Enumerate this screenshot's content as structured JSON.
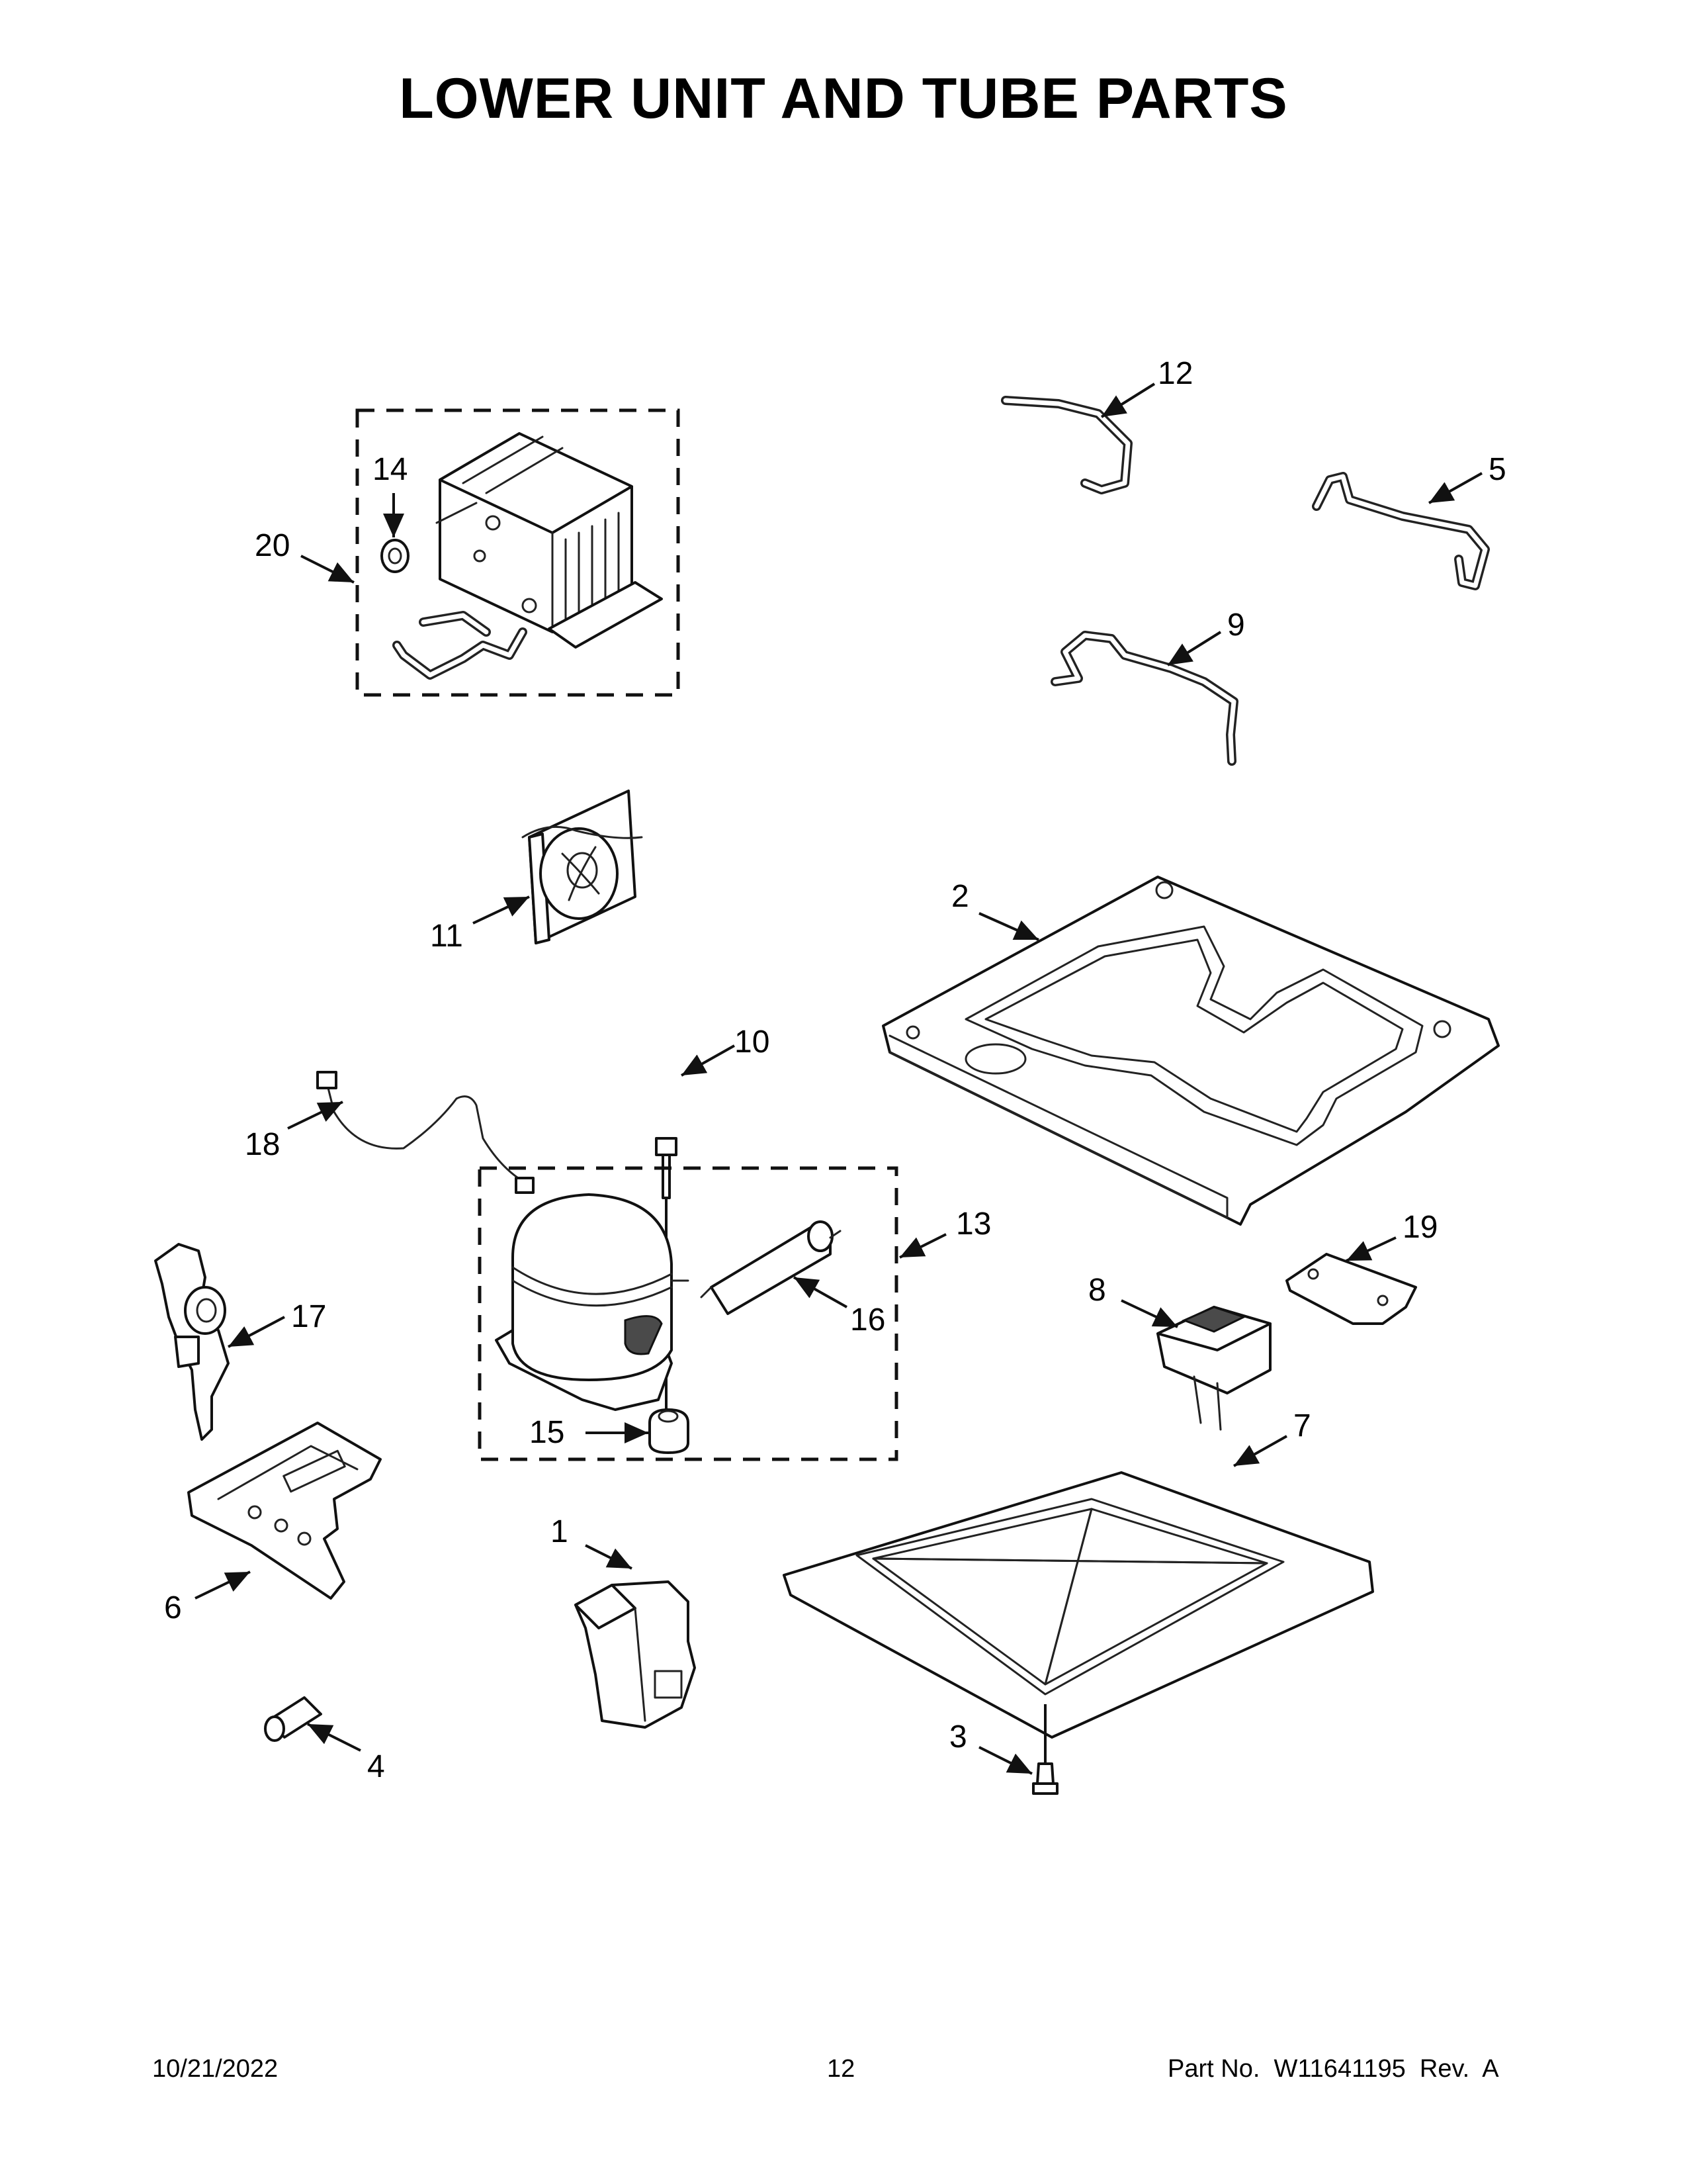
{
  "page": {
    "title": "LOWER UNIT AND TUBE PARTS",
    "footer": {
      "date": "10/21/2022",
      "page_number": "12",
      "part_number": "Part No.  W11641195  Rev.  A"
    }
  },
  "callouts": [
    {
      "id": "1",
      "label": "1"
    },
    {
      "id": "2",
      "label": "2"
    },
    {
      "id": "3",
      "label": "3"
    },
    {
      "id": "4",
      "label": "4"
    },
    {
      "id": "5",
      "label": "5"
    },
    {
      "id": "6",
      "label": "6"
    },
    {
      "id": "7",
      "label": "7"
    },
    {
      "id": "8",
      "label": "8"
    },
    {
      "id": "9",
      "label": "9"
    },
    {
      "id": "10",
      "label": "10"
    },
    {
      "id": "11",
      "label": "11"
    },
    {
      "id": "12",
      "label": "12"
    },
    {
      "id": "13",
      "label": "13"
    },
    {
      "id": "14",
      "label": "14"
    },
    {
      "id": "15",
      "label": "15"
    },
    {
      "id": "16",
      "label": "16"
    },
    {
      "id": "17",
      "label": "17"
    },
    {
      "id": "18",
      "label": "18"
    },
    {
      "id": "19",
      "label": "19"
    },
    {
      "id": "20",
      "label": "20"
    }
  ]
}
